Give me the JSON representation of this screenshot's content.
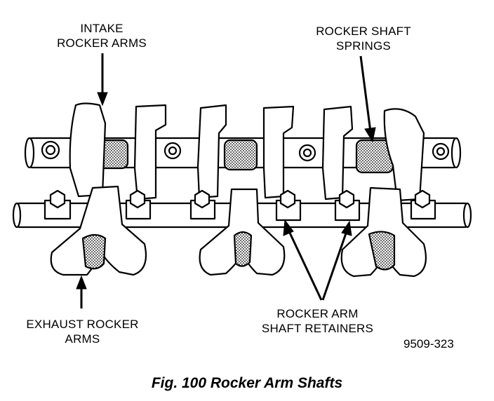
{
  "labels": {
    "intake": [
      "INTAKE",
      "ROCKER ARMS"
    ],
    "springs": [
      "ROCKER SHAFT",
      "SPRINGS"
    ],
    "exhaust": [
      "EXHAUST ROCKER",
      "ARMS"
    ],
    "retainers": [
      "ROCKER ARM",
      "SHAFT RETAINERS"
    ]
  },
  "figure_code": "9509-323",
  "caption": "Fig. 100 Rocker Arm Shafts",
  "colors": {
    "ink": "#000000",
    "paper": "#ffffff",
    "stipple": "#8a8a8a"
  }
}
